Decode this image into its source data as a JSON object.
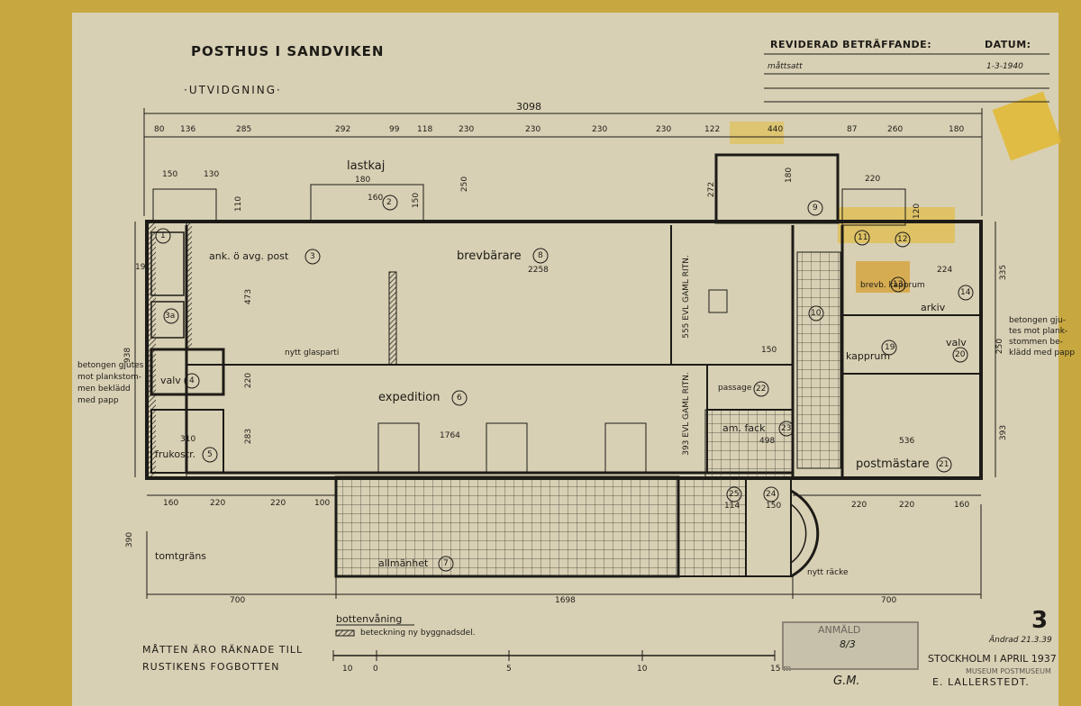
{
  "drawing": {
    "title": "POSTHUS I SANDVIKEN",
    "subtitle": "·UTVIDGNING·",
    "revision_header": "REVIDERAD BETRÄFFANDE:",
    "date_header": "DATUM:",
    "revision_note": "måttsatt",
    "revision_date": "1-3-1940",
    "sheet_number": "3",
    "changed_note": "Ändrad 21.3.39",
    "place_date": "STOCKHOLM I APRIL 1937",
    "architect": "E. LALLERSTEDT.",
    "stamp_text": "ANMÄLD",
    "stamp_num": "8/3",
    "initials": "G.M.",
    "floor_name": "bottenvåning",
    "legend_hatch": "beteckning ny byggnadsdel.",
    "measure_note_1": "MÅTTEN ÄRO RÄKNADE TILL",
    "measure_note_2": "RUSTIKENS FOGBOTTEN",
    "museum_stamp": "MUSEUM POSTMUSEUM"
  },
  "scale": {
    "ticks": [
      "10",
      "0",
      "5",
      "10",
      "15 m"
    ]
  },
  "dimensions": {
    "total_top": "3098",
    "top_row": [
      "80",
      "136",
      "285",
      "292",
      "99",
      "118",
      "230",
      "230",
      "230",
      "230",
      "122",
      "440",
      "87",
      "260",
      "180"
    ],
    "bottom_row": [
      "160",
      "220",
      "220",
      "100",
      "220",
      "220",
      "160"
    ],
    "bottom_total": [
      "700",
      "1698",
      "700"
    ],
    "misc": [
      "150",
      "130",
      "110",
      "180",
      "160",
      "150",
      "250",
      "272",
      "180",
      "120",
      "220",
      "19",
      "2258",
      "473",
      "938",
      "220",
      "283",
      "310",
      "1764",
      "150",
      "555 EVL GAML RITN.",
      "393 EVL GAML RITN.",
      "498",
      "114",
      "150",
      "536",
      "224",
      "335",
      "250",
      "393",
      "390"
    ]
  },
  "rooms": [
    {
      "id": "3",
      "name": "ank. ö avg. post"
    },
    {
      "id": "8",
      "name": "brevbärare"
    },
    {
      "id": "6",
      "name": "expedition"
    },
    {
      "id": "4",
      "name": "valv"
    },
    {
      "id": "5",
      "name": "frukostr."
    },
    {
      "id": "7",
      "name": "allmänhet"
    },
    {
      "id": "22",
      "name": "passage"
    },
    {
      "id": "23",
      "name": "am. fack"
    },
    {
      "id": "21",
      "name": "postmästare"
    },
    {
      "id": "14",
      "name": "arkiv"
    },
    {
      "id": "13",
      "name": "brevb. kapprum"
    },
    {
      "id": "19",
      "name": "kapprum"
    },
    {
      "id": "20",
      "name": "valv"
    },
    {
      "id": "2",
      "name": "lastkaj"
    },
    {
      "id": "9",
      "name": ""
    },
    {
      "id": "10",
      "name": ""
    },
    {
      "id": "11",
      "name": ""
    },
    {
      "id": "12",
      "name": ""
    },
    {
      "id": "1",
      "name": ""
    },
    {
      "id": "3a",
      "name": ""
    },
    {
      "id": "25",
      "name": ""
    },
    {
      "id": "24",
      "name": ""
    }
  ],
  "notes": {
    "glass": "nytt glasparti",
    "left_note": [
      "betongen gjutes",
      "mot plankstom-",
      "men beklädd",
      "med papp"
    ],
    "right_note": [
      "betongen gju-",
      "tes mot plank-",
      "stommen be-",
      "klädd med papp"
    ],
    "property_line": "tomtgräns",
    "railing": "nytt räcke"
  }
}
